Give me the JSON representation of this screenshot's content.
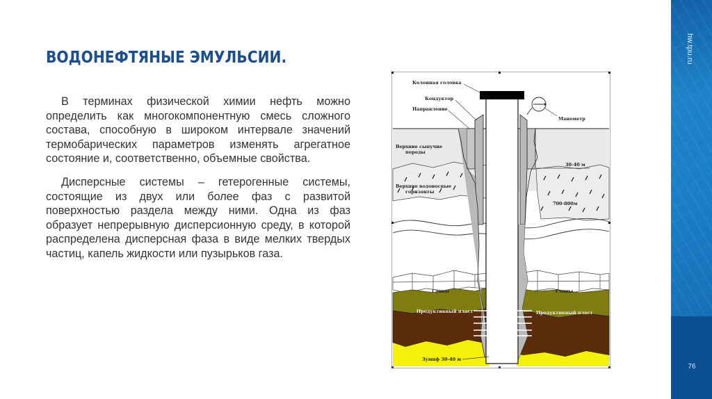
{
  "slide": {
    "title": "ВОДОНЕФТЯНЫЕ ЭМУЛЬСИИ.",
    "paragraphs": [
      "В терминах физической химии нефть можно определить как многокомпонентную смесь сложного состава, способную в широком интервале значений термобарических параметров изменять агрегатное состояние и, соответственно, объемные свойства.",
      "Дисперсные системы – гетерогенные системы, состоящие из двух или более фаз с развитой поверхностью раздела между ними. Одна из фаз образует непрерывную дисперсионную среду, в которой распределена дисперсная фаза в виде мелких твердых частиц, капель жидкости  или пузырьков газа."
    ],
    "page_number": "76"
  },
  "sidebar": {
    "site": "hw.tpu.ru"
  },
  "diagram": {
    "labels": {
      "column_head": "Колонная головка",
      "conductor": "Кондуктор",
      "direction": "Направление",
      "manometer": "Манометр",
      "upper_loose_rocks_1": "Верхние сыпучие",
      "upper_loose_rocks_2": "породы",
      "depth_30_40": "30-40 м",
      "upper_aquifers_1": "Верхние водоносные",
      "upper_aquifers_2": "горизонты",
      "depth_700_800": "700-800м",
      "clays_left": "Глины",
      "clays_right": "Глины",
      "productive_left": "Продуктивный пласт",
      "productive_right": "Продуктивный пласт",
      "sump": "Зумпф 30-40 м"
    },
    "colors": {
      "ground": "#e6e6e6",
      "casing": "#b9b9b9",
      "clay": "#7f7d12",
      "productive": "#5a2c0b",
      "yellow": "#f5f00a",
      "head": "#000000"
    }
  }
}
